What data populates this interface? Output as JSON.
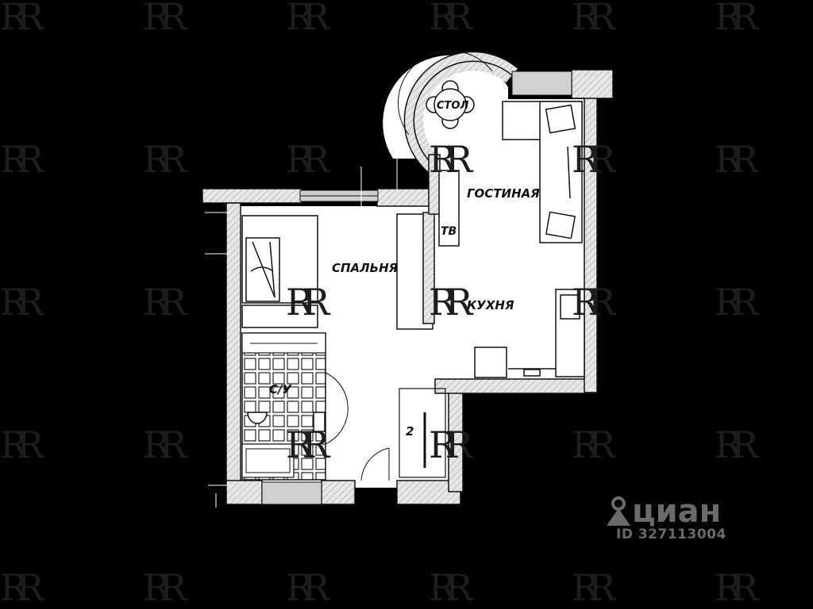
{
  "rooms": {
    "living": "ГОСТИНАЯ",
    "bedroom": "СПАЛЬНЯ",
    "kitchen": "КУХНЯ",
    "bathroom": "С/У",
    "tv": "ТВ",
    "table": "СТОЛ",
    "storage_number": "2"
  },
  "watermark": {
    "text": "RR"
  },
  "listing": {
    "brand": "циан",
    "id_text": "ID 327113004"
  },
  "colors": {
    "background": "#000000",
    "floor": "#ffffff",
    "wall": "#dcdcdc",
    "line": "#111111"
  }
}
